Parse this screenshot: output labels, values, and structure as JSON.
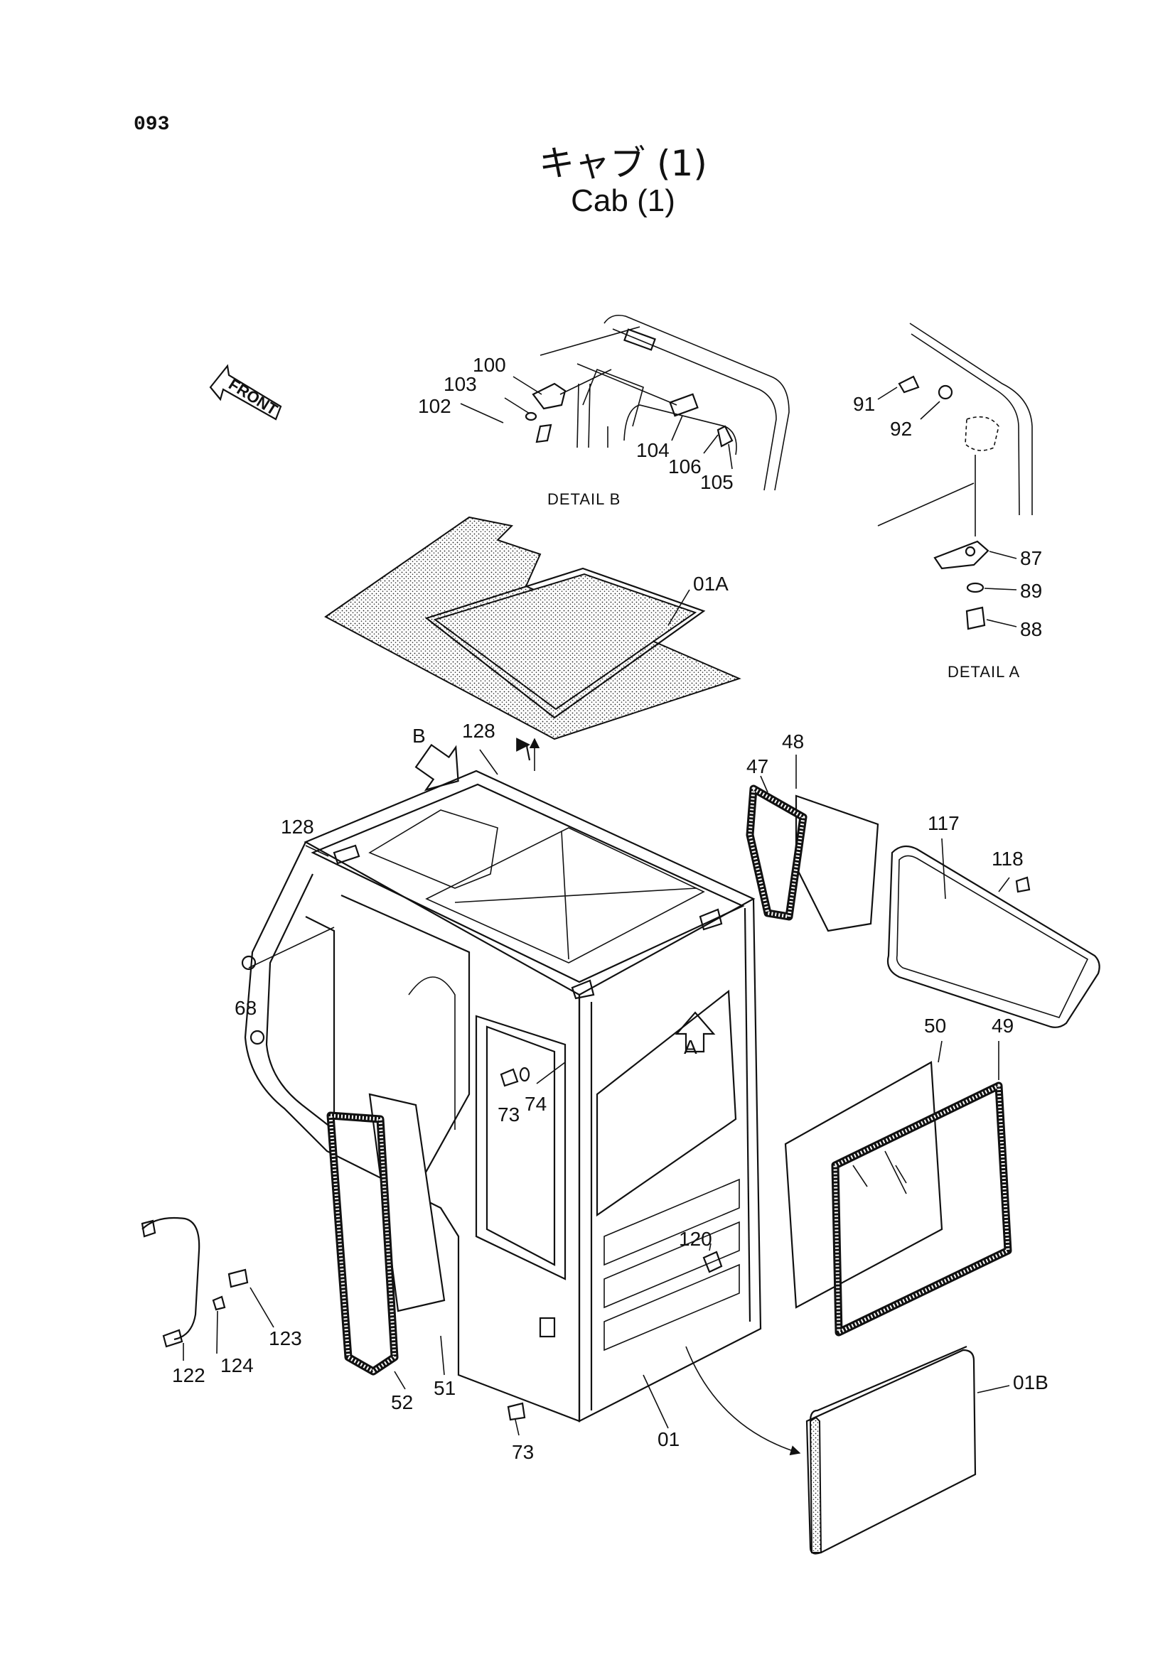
{
  "header": {
    "page_number": "093",
    "title_jp": "キャブ (1)",
    "title_en": "Cab (1)"
  },
  "front_indicator": "FRONT",
  "details": {
    "detail_b": "DETAIL B",
    "detail_a": "DETAIL A"
  },
  "view_arrows": {
    "a": "A",
    "b": "B"
  },
  "callouts": {
    "p100": "100",
    "p103": "103",
    "p102": "102",
    "p104": "104",
    "p106": "106",
    "p105": "105",
    "p91": "91",
    "p92": "92",
    "p87": "87",
    "p89": "89",
    "p88": "88",
    "p01A": "01A",
    "p128a": "128",
    "p128b": "128",
    "p48": "48",
    "p47": "47",
    "p117": "117",
    "p118": "118",
    "p68": "68",
    "p73a": "73",
    "p74": "74",
    "p50": "50",
    "p49": "49",
    "p120": "120",
    "p122": "122",
    "p124": "124",
    "p123": "123",
    "p52": "52",
    "p51": "51",
    "p73b": "73",
    "p01": "01",
    "p01B": "01B"
  },
  "colors": {
    "ink": "#111111",
    "paper": "#ffffff"
  }
}
